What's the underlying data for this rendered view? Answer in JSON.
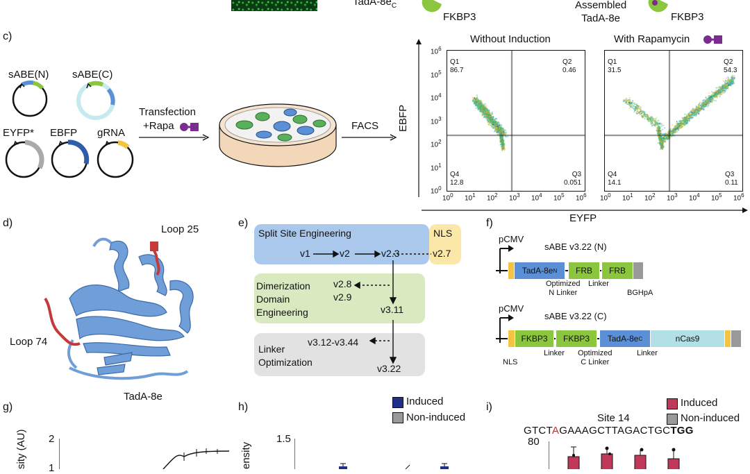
{
  "top": {
    "label_left": "TadA-8e",
    "label_left_sub": "C",
    "label_fkbp_left": "FKBP3",
    "label_assembled": "Assembled\nTadA-8e",
    "label_fkbp_right": "FKBP3"
  },
  "panel_c": {
    "letter": "c)",
    "plasmids": [
      "sABE(N)",
      "sABE(C)",
      "EYFP*",
      "EBFP",
      "gRNA"
    ],
    "transfection": "Transfection",
    "rapa": "+Rapa",
    "facs": "FACS",
    "plot_left_title": "Without Induction",
    "plot_right_title": "With Rapamycin",
    "y_axis": "EBFP",
    "x_axis": "EYFP",
    "y_ticks": [
      "10",
      "10",
      "10",
      "10",
      "10",
      "10",
      "10"
    ],
    "exps": [
      "6",
      "5",
      "4",
      "3",
      "2",
      "1",
      "0"
    ],
    "x_exps": [
      "0",
      "1",
      "2",
      "3",
      "4",
      "5",
      "6"
    ],
    "left_quadrants": {
      "q1": "Q1",
      "q1v": "86.7",
      "q2": "Q2",
      "q2v": "0.46",
      "q3": "Q3",
      "q3v": "0.051",
      "q4": "Q4",
      "q4v": "12.8"
    },
    "right_quadrants": {
      "q1": "Q1",
      "q1v": "31.5",
      "q2": "Q2",
      "q2v": "54.3",
      "q3": "Q3",
      "q3v": "0.11",
      "q4": "Q4",
      "q4v": "14.1"
    }
  },
  "panel_d": {
    "letter": "d)",
    "loop25": "Loop 25",
    "loop74": "Loop 74",
    "protein": "TadA-8e"
  },
  "panel_e": {
    "letter": "e)",
    "split_title": "Split Site Engineering",
    "nls": "NLS",
    "v1": "v1",
    "v2": "v2",
    "v23": "v2.3",
    "v27": "v2.7",
    "dimer_title": "Dimerization\nDomain\nEngineering",
    "v28": "v2.8",
    "v29": "v2.9",
    "v311": "v3.11",
    "linker_title": "Linker\nOptimization",
    "v312": "v3.12-v3.44",
    "v322": "v3.22"
  },
  "panel_f": {
    "letter": "f)",
    "pcmv": "pCMV",
    "n_title": "sABE v3.22 (N)",
    "n_genes": [
      "TadA-8e",
      "FRB",
      "FRB"
    ],
    "n_sub": "N",
    "n_labels": [
      "Optimized\nN Linker",
      "Linker",
      "BGHpA"
    ],
    "c_title": "sABE v3.22 (C)",
    "c_genes": [
      "FKBP3",
      "FKBP3",
      "TadA-8e",
      "nCas9"
    ],
    "c_sub": "C",
    "c_labels": [
      "NLS",
      "Linker",
      "Optimized\nC Linker",
      "Linker"
    ]
  },
  "panel_g": {
    "letter": "g)",
    "ylabel": "sity (AU)",
    "yticks": [
      "2",
      "1"
    ]
  },
  "panel_h": {
    "letter": "h)",
    "legend": [
      "Induced",
      "Non-induced"
    ],
    "ylabel": "ensity",
    "yticks": [
      "1.5"
    ]
  },
  "panel_i": {
    "letter": "i)",
    "legend": [
      "Induced",
      "Non-induced"
    ],
    "site": "Site 14",
    "seq_pre": "GTCT",
    "seq_a": "A",
    "seq_mid": "GAAAGCTTAGACTGC",
    "seq_pam": "TGG",
    "yticks": [
      "80"
    ]
  },
  "colors": {
    "blue": "#5b8fd6",
    "green": "#8cc63f",
    "lightgreen": "#d9eac0",
    "lightblue": "#a9c8ec",
    "yellow": "#f5c342",
    "navy": "#1f2f8a",
    "crimson": "#c0395a",
    "purple": "#7b2d8e",
    "grey": "#999999"
  }
}
